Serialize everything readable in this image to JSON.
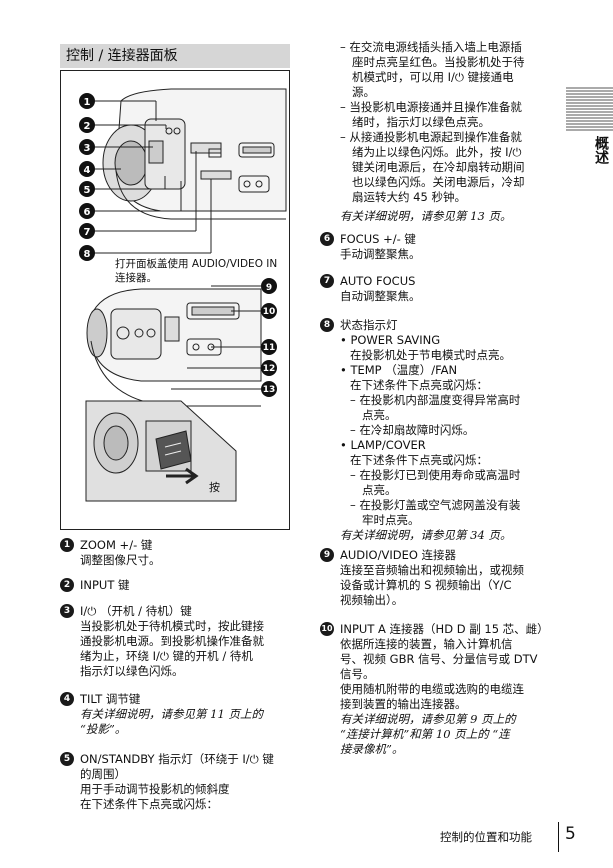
{
  "section_title": "控制 / 连接器面板",
  "side_tab": "概述",
  "figure": {
    "callouts": [
      "1",
      "2",
      "3",
      "4",
      "5",
      "6",
      "7",
      "8",
      "9",
      "10",
      "11",
      "12",
      "13"
    ],
    "caption_open": "打开面板盖使用 AUDIO/VIDEO IN 连接器。",
    "press_label": "按"
  },
  "items_left": [
    {
      "num": "1",
      "title": "ZOOM +/- 键",
      "body": [
        "调整图像尺寸。"
      ]
    },
    {
      "num": "2",
      "title": "INPUT 键",
      "body": []
    },
    {
      "num": "3",
      "title": "I/⏻ （开机 / 待机）键",
      "body": [
        "当投影机处于待机模式时，按此键接",
        "通投影机电源。到投影机操作准备就",
        "绪为止，环绕 I/⏻ 键的开机 / 待机",
        "指示灯以绿色闪烁。"
      ]
    },
    {
      "num": "4",
      "title": "TILT 调节键",
      "ref": [
        "有关详细说明，请参见第 11 页上的",
        "“投影”。"
      ]
    },
    {
      "num": "5",
      "title": "ON/STANDBY 指示灯（环绕于 I/⏻ 键",
      "title2": "的周围）",
      "body": [
        "用于手动调节投影机的倾斜度",
        "在下述条件下点亮或闪烁："
      ]
    }
  ],
  "right_top": {
    "dashes": [
      [
        "– 在交流电源线插头插入墙上电源插",
        "座时点亮呈红色。当投影机处于待",
        "机模式时，可以用 I/⏻ 键接通电",
        "源。"
      ],
      [
        "– 当投影机电源接通并且操作准备就",
        "绪时，指示灯以绿色点亮。"
      ],
      [
        "– 从接通投影机电源起到操作准备就",
        "绪为止以绿色闪烁。此外，按 I/⏻",
        "键关闭电源后，在冷却扇转动期间",
        "也以绿色闪烁。关闭电源后，冷却",
        "扇运转大约 45 秒钟。"
      ]
    ],
    "ref": "有关详细说明，请参见第 13 页。"
  },
  "items_right": [
    {
      "num": "6",
      "title": "FOCUS +/- 键",
      "body": [
        "手动调整聚焦。"
      ]
    },
    {
      "num": "7",
      "title": "AUTO FOCUS",
      "body": [
        "自动调整聚焦。"
      ]
    },
    {
      "num": "8",
      "title": "状态指示灯"
    },
    {
      "num": "9",
      "title": "AUDIO/VIDEO 连接器",
      "body": [
        "连接至音频输出和视频输出，或视频",
        "设备或计算机的 S 视频输出（Y/C",
        "视频输出）。"
      ]
    },
    {
      "num": "10",
      "title": "INPUT A 连接器（HD D 副 15 芯、雌）",
      "body": [
        "依据所连接的装置，输入计算机信",
        "号、视频 GBR 信号、分量信号或 DTV",
        "信号。",
        "使用随机附带的电缆或选购的电缆连",
        "接到装置的输出连接器。"
      ],
      "ref": [
        "有关详细说明，请参见第 9 页上的",
        "“连接计算机”和第 10 页上的 “连",
        "接录像机”。"
      ]
    }
  ],
  "status_lights": {
    "power_saving_title": "• POWER SAVING",
    "power_saving_body": "在投影机处于节电模式时点亮。",
    "temp_title": "• TEMP （温度）/FAN",
    "temp_body": "在下述条件下点亮或闪烁：",
    "temp_dashes": [
      [
        "– 在投影机内部温度变得异常高时",
        "点亮。"
      ],
      [
        "– 在冷却扇故障时闪烁。"
      ]
    ],
    "lamp_title": "• LAMP/COVER",
    "lamp_body": "在下述条件下点亮或闪烁：",
    "lamp_dashes": [
      [
        "– 在投影灯已到使用寿命或高温时",
        "点亮。"
      ],
      [
        "– 在投影灯盖或空气滤网盖没有装",
        "牢时点亮。"
      ]
    ],
    "ref": "有关详细说明，请参见第 34 页。"
  },
  "footer": {
    "text": "控制的位置和功能",
    "page": "5"
  }
}
